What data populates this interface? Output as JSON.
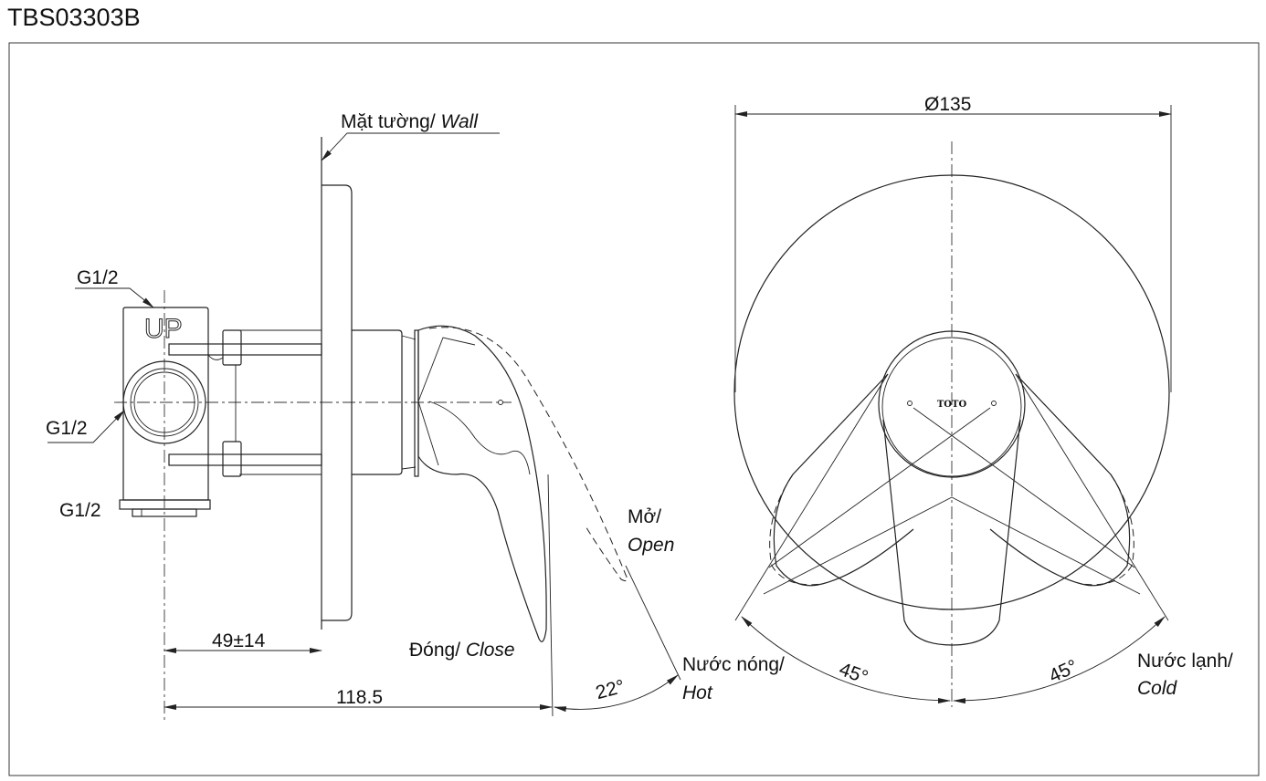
{
  "title": "TBS03303B",
  "labels": {
    "wall_vn": "Mặt tường/ ",
    "wall_en": "Wall",
    "g12_top": "G1/2",
    "g12_mid": "G1/2",
    "g12_bot": "G1/2",
    "up": "UP",
    "open_vn": "Mở/",
    "open_en": "Open",
    "close_vn": "Đóng/ ",
    "close_en": "Close",
    "hot_vn": "Nước nóng/",
    "hot_en": "Hot",
    "cold_vn": "Nước lạnh/",
    "cold_en": "Cold",
    "brand": "TOTO"
  },
  "dimensions": {
    "depth": "49±14",
    "length": "118.5",
    "angle_open": "22°",
    "diameter": "Ø135",
    "angle_left": "45°",
    "angle_right": "45°"
  }
}
